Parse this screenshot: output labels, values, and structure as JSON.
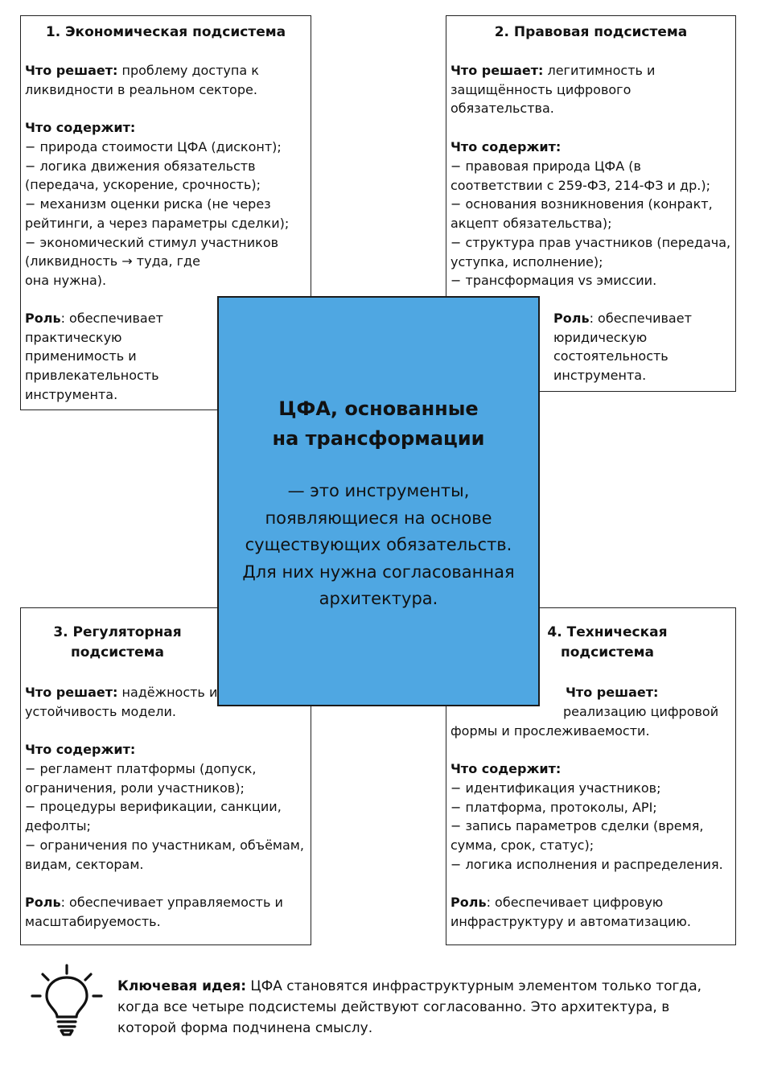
{
  "center": {
    "title": "ЦФА, основанные\nна трансформации",
    "body": "— это инструменты,\nпоявляющиеся на основе\nсуществующих обязательств.\nДля них нужна согласованная\nархитектура."
  },
  "boxes": {
    "economic": {
      "title": "1. Экономическая подсистема",
      "solves_label": "Что решает:",
      "solves_text": " проблему доступа к\nликвидности в реальном секторе.",
      "contains_label": "Что содержит:",
      "contains_text": "− природа стоимости ЦФА (дисконт);\n− логика движения обязательств\n(передача, ускорение, срочность);\n− механизм оценки риска (не через\nрейтинги, а через параметры сделки);\n− экономический стимул участников\n(ликвидность → туда, где\nона нужна).",
      "role_label": "Роль",
      "role_text": ": обеспечивает\nпрактическую\nприменимость и\nпривлекательность\n инструмента."
    },
    "legal": {
      "title": "2. Правовая подсистема",
      "solves_label": "Что решает:",
      "solves_text": " легитимность и\nзащищённость цифрового\nобязательства.",
      "contains_label": "Что содержит:",
      "contains_text": "− правовая природа ЦФА (в\nсоответствии с 259-ФЗ, 214-ФЗ и др.);\n− основания возникновения (конракт,\nакцепт обязательства);\n− структура прав участников (передача,\nуступка, исполнение);\n− трансформация vs эмиссии.",
      "role_label": "Роль",
      "role_text": ": обеспечивает\nюридическую\nсостоятельность\nинструмента."
    },
    "regulatory": {
      "title": "3. Регуляторная\nподсистема",
      "solves_label": "Что решает:",
      "solves_text": " надёжность и\nустойчивость модели.",
      "contains_label": "Что содержит:",
      "contains_text": "− регламент платформы (допуск,\nограничения, роли участников);\n− процедуры верификации, санкции,\nдефолты;\n− ограничения по участникам, объёмам,\nвидам, секторам.",
      "role_label": "Роль",
      "role_text": ": обеспечивает управляемость и\nмасштабируемость."
    },
    "technical": {
      "title": "4. Техническая\nподсистема",
      "solves_label": "Что решает:",
      "solves_text": "реализацию цифровой",
      "solves_text2": "формы и прослеживаемости.",
      "contains_label": "Что содержит:",
      "contains_text": "− идентификация участников;\n− платформа, протоколы, API;\n− запись параметров сделки (время,\nсумма, срок, статус);\n− логика исполнения и распределения.",
      "role_label": "Роль",
      "role_text": ": обеспечивает цифровую\nинфраструктуру и автоматизацию."
    }
  },
  "key_idea": {
    "icon": "lightbulb-icon",
    "label": "Ключевая идея:",
    "text": " ЦФА становятся инфраструктурным элементом только тогда,\nкогда все четыре подсистемы действуют согласованно. Это  архитектура, в\nкоторой форма подчинена смыслу."
  },
  "colors": {
    "center_fill": "#4fa7e2",
    "border": "#222222"
  }
}
